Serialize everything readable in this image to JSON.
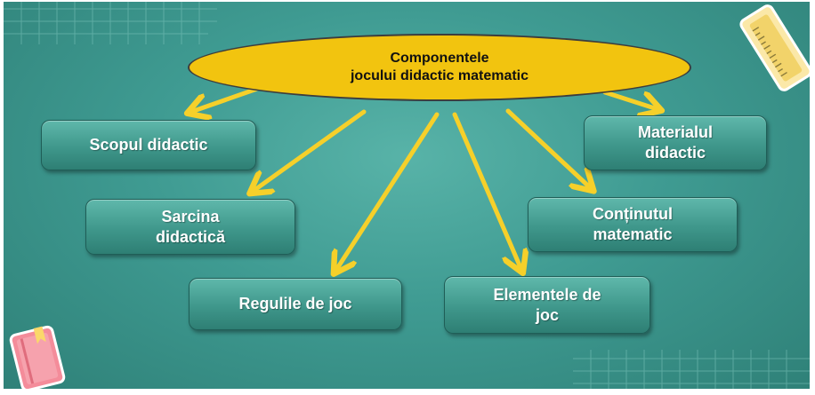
{
  "colors": {
    "background": "#3f9b92",
    "ellipse_fill": "#f2c40f",
    "arrow": "#f6d02a",
    "box_fill": "#4aa89b",
    "box_text": "#ffffff"
  },
  "diagram": {
    "title_line1": "Componentele",
    "title_line2": "jocului didactic matematic",
    "nodes": {
      "scopul": "Scopul didactic",
      "sarcina_l1": "Sarcina",
      "sarcina_l2": "didactică",
      "regulile": "Regulile de joc",
      "elementele_l1": "Elementele de",
      "elementele_l2": "joc",
      "continutul_l1": "Conținutul",
      "continutul_l2": "matematic",
      "materialul_l1": "Materialul",
      "materialul_l2": "didactic"
    }
  },
  "decorations": [
    "grid-lines",
    "ruler-icon",
    "notebook-icon"
  ]
}
